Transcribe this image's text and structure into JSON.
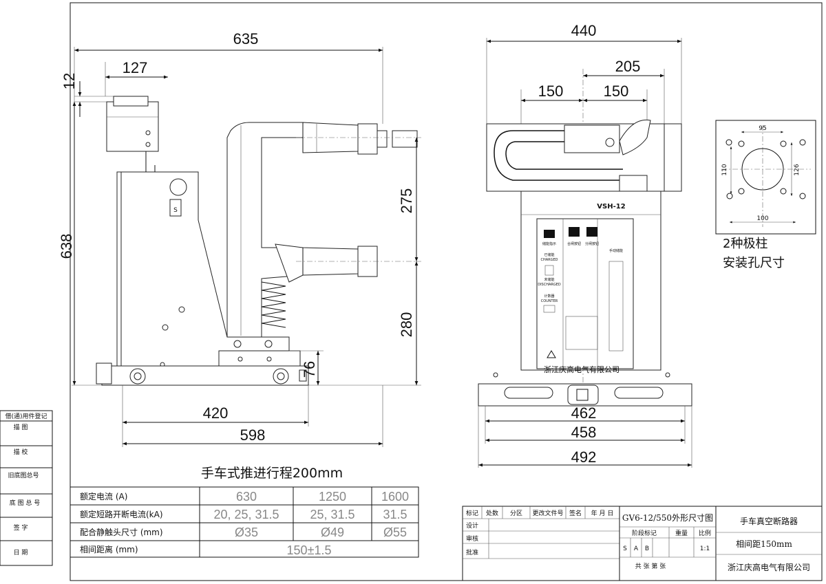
{
  "dimensions": {
    "side_width": "635",
    "top_offset": "127",
    "top_small": "12",
    "side_height": "638",
    "terminal_spacing_275": "275",
    "terminal_spacing_280": "280",
    "bottom_76": "76",
    "wheel_base": "420",
    "base_depth": "598",
    "front_width": "440",
    "right_205": "205",
    "pole_150_left": "150",
    "pole_150_right": "150",
    "width_462": "462",
    "width_458": "458",
    "width_492": "492"
  },
  "mounting_detail": {
    "d95": "95",
    "d110": "110",
    "d126": "126",
    "d100": "100",
    "caption_line1": "2种极柱",
    "caption_line2": "安装孔尺寸"
  },
  "panel": {
    "model_label": "VSH-12",
    "company_band": "浙江庆高电气有限公司",
    "w1_top": "储能指示",
    "w1_line2": "已储能",
    "w1_line3": "CHARGED",
    "w1_line4": "未储能",
    "w1_line5": "DISCHARGED",
    "w1_line6": "计数器",
    "w1_line7": "COUNTER",
    "w2_label": "合闸按钮",
    "w3_label": "分闸按钮",
    "w4_label": "手动储能"
  },
  "travel_note": "手车式推进行程200mm",
  "spec_table": {
    "rows": [
      {
        "label": "额定电流 (A)",
        "v1": "630",
        "v2": "1250",
        "v3": "1600"
      },
      {
        "label": "额定短路开断电流(kA)",
        "v1": "20, 25, 31.5",
        "v2": "25, 31.5",
        "v3": "31.5"
      },
      {
        "label": "配合静触头尺寸 (mm)",
        "v1": "Ø35",
        "v2": "Ø49",
        "v3": "Ø55"
      },
      {
        "label": "相间距离  (mm)",
        "merged": "150±1.5"
      }
    ]
  },
  "left_margin": {
    "items": [
      "借(通)用件登记",
      "描 图",
      "描 校",
      "旧底图总号",
      "底 图 总 号",
      "签 字",
      "日 期"
    ]
  },
  "title_block": {
    "h_mark": "标记",
    "h_count": "处数",
    "h_zone": "分区",
    "h_doc": "更改文件号",
    "h_sign": "签名",
    "h_date": "年 月 日",
    "r_design": "设计",
    "r_check": "审核",
    "r_approve": "批准",
    "drawing_title": "GV6-12/550外形尺寸图",
    "stage_mark": "阶段标记",
    "weight": "重量",
    "scale": "比例",
    "s": "S",
    "a": "A",
    "b": "B",
    "scale_value": "1:1",
    "sheets": "共 张 第 张",
    "product_name": "手车真空断路器",
    "phase_spacing": "相间距150mm",
    "company": "浙江庆高电气有限公司"
  }
}
